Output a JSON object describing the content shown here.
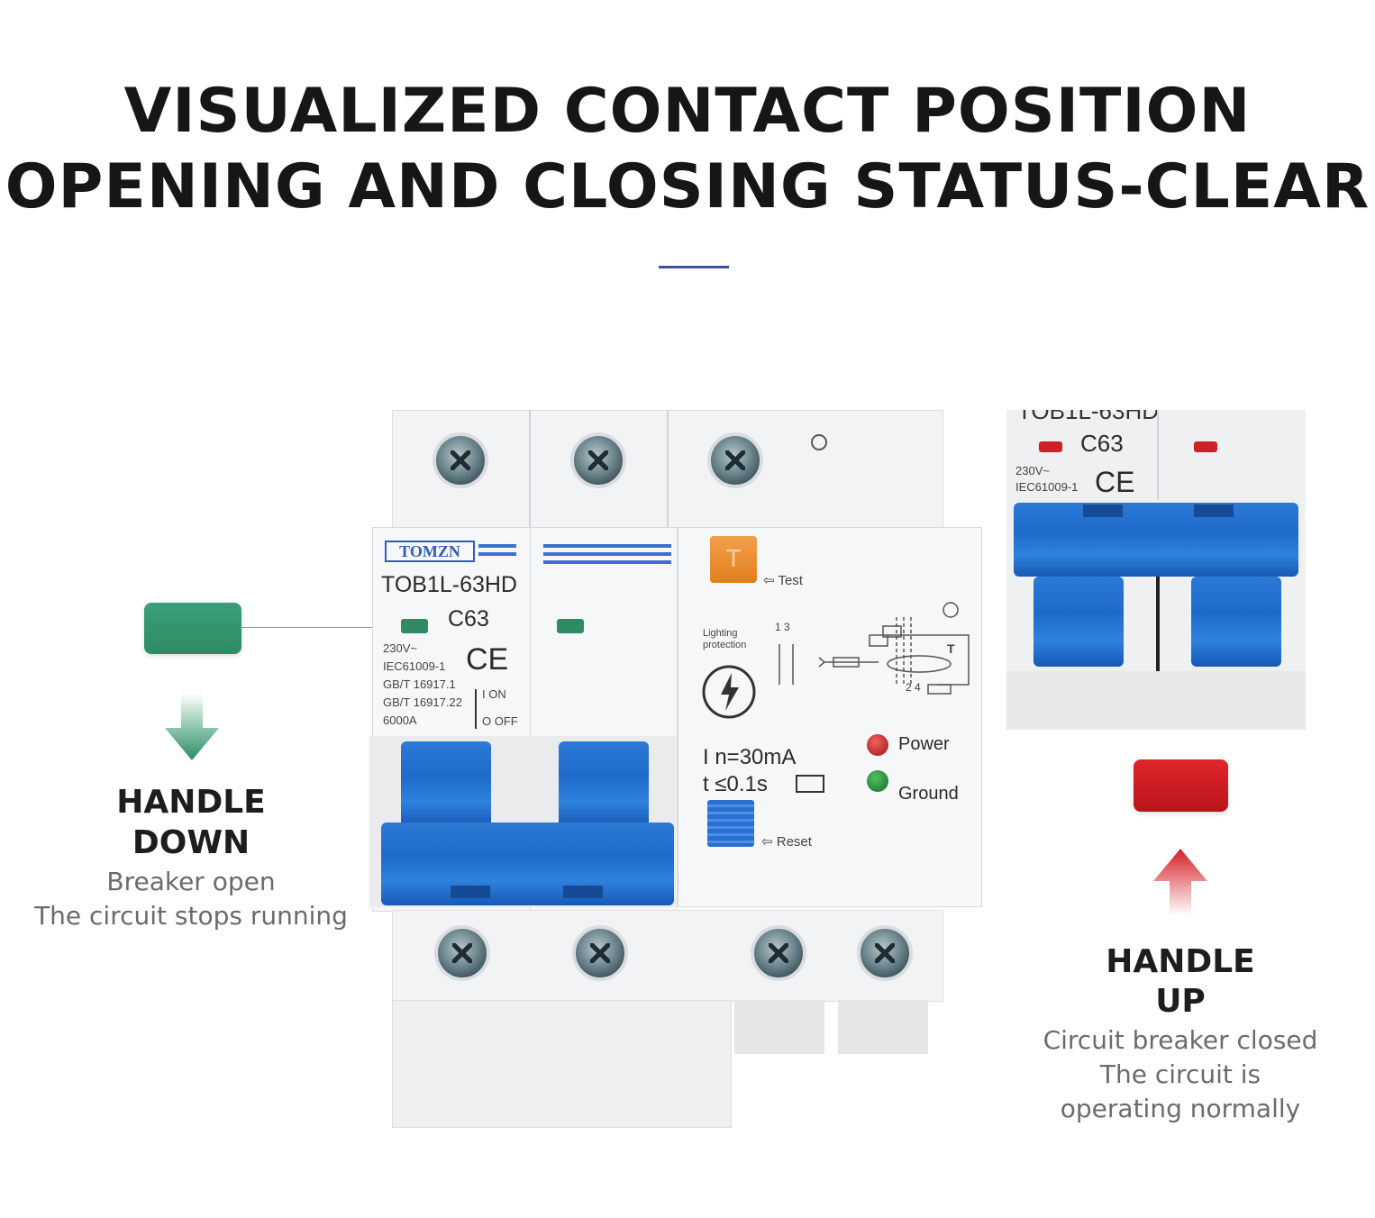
{
  "headline": {
    "line1": "VISUALIZED CONTACT POSITION",
    "line2": "OPENING AND CLOSING STATUS-CLEAR"
  },
  "left_panel": {
    "title_line1": "HANDLE",
    "title_line2": "DOWN",
    "text_line1": "Breaker open",
    "text_line2": "The circuit stops running",
    "indicator_color": "#2e8b63",
    "arrow_icon": "arrow-down-icon"
  },
  "right_panel": {
    "title_line1": "HANDLE",
    "title_line2": "UP",
    "text_line1": "Circuit breaker closed",
    "text_line2": "The circuit is",
    "text_line3": "operating normally",
    "indicator_color": "#d11f26",
    "arrow_icon": "arrow-up-icon"
  },
  "breaker": {
    "brand": "TOMZN",
    "model": "TOB1L-63HD",
    "rating": "C63",
    "voltage": "230V~",
    "standard1": "IEC61009-1",
    "standard2": "GB/T 16917.1",
    "standard3": "GB/T 16917.22",
    "capacity": "6000A",
    "ce_mark": "CE",
    "on_label": "I ON",
    "off_label": "O OFF",
    "test_label": "Test",
    "test_button": "T",
    "lighting_label_1": "Lighting",
    "lighting_label_2": "protection",
    "current_line": "I  n=30mA",
    "time_line": "t  ≤0.1s",
    "power_label": "Power",
    "ground_label": "Ground",
    "reset_label": "Reset",
    "diagram_numbers": "2 4",
    "diagram_top": "1 3",
    "diagram_t": "T"
  },
  "inset": {
    "model_cut": "TOB1L-63HD",
    "rating": "C63",
    "voltage": "230V~",
    "standard": "IEC61009-1",
    "ce_mark": "CE"
  }
}
